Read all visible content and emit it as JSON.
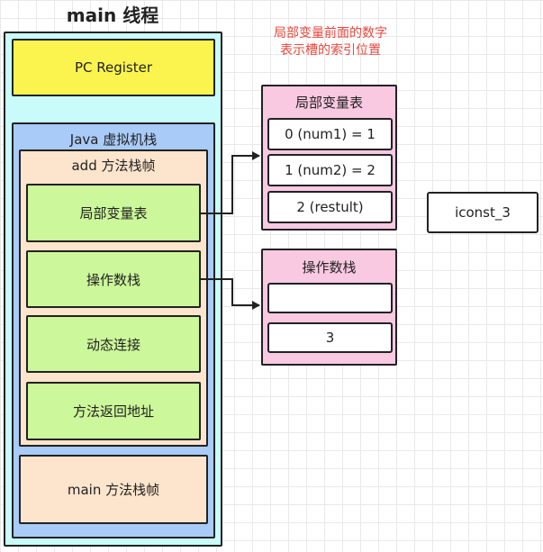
{
  "thread_title": "main 线程",
  "note": {
    "line1": "局部变量前面的数字",
    "line2": "表示槽的索引位置"
  },
  "pc_register": "PC Register",
  "java_stack": {
    "title": "Java 虚拟机栈",
    "add_frame": {
      "title": "add 方法栈帧",
      "items": [
        "局部变量表",
        "操作数栈",
        "动态连接",
        "方法返回地址"
      ]
    },
    "main_frame": "main 方法栈帧"
  },
  "local_var_table": {
    "title": "局部变量表",
    "slots": [
      "0 (num1) = 1",
      "1 (num2) = 2",
      "2 (restult)"
    ]
  },
  "operand_stack": {
    "title": "操作数栈",
    "slots": [
      "",
      "3"
    ]
  },
  "instruction": "iconst_3",
  "colors": {
    "thread_bg": "#c9fbfb",
    "pc_bg": "#fbf44f",
    "stack_bg": "#a8cbf7",
    "frame_bg": "#fde4cd",
    "item_bg": "#ccf79a",
    "panel_bg": "#f9c8e1",
    "note_text": "#e8473c"
  }
}
